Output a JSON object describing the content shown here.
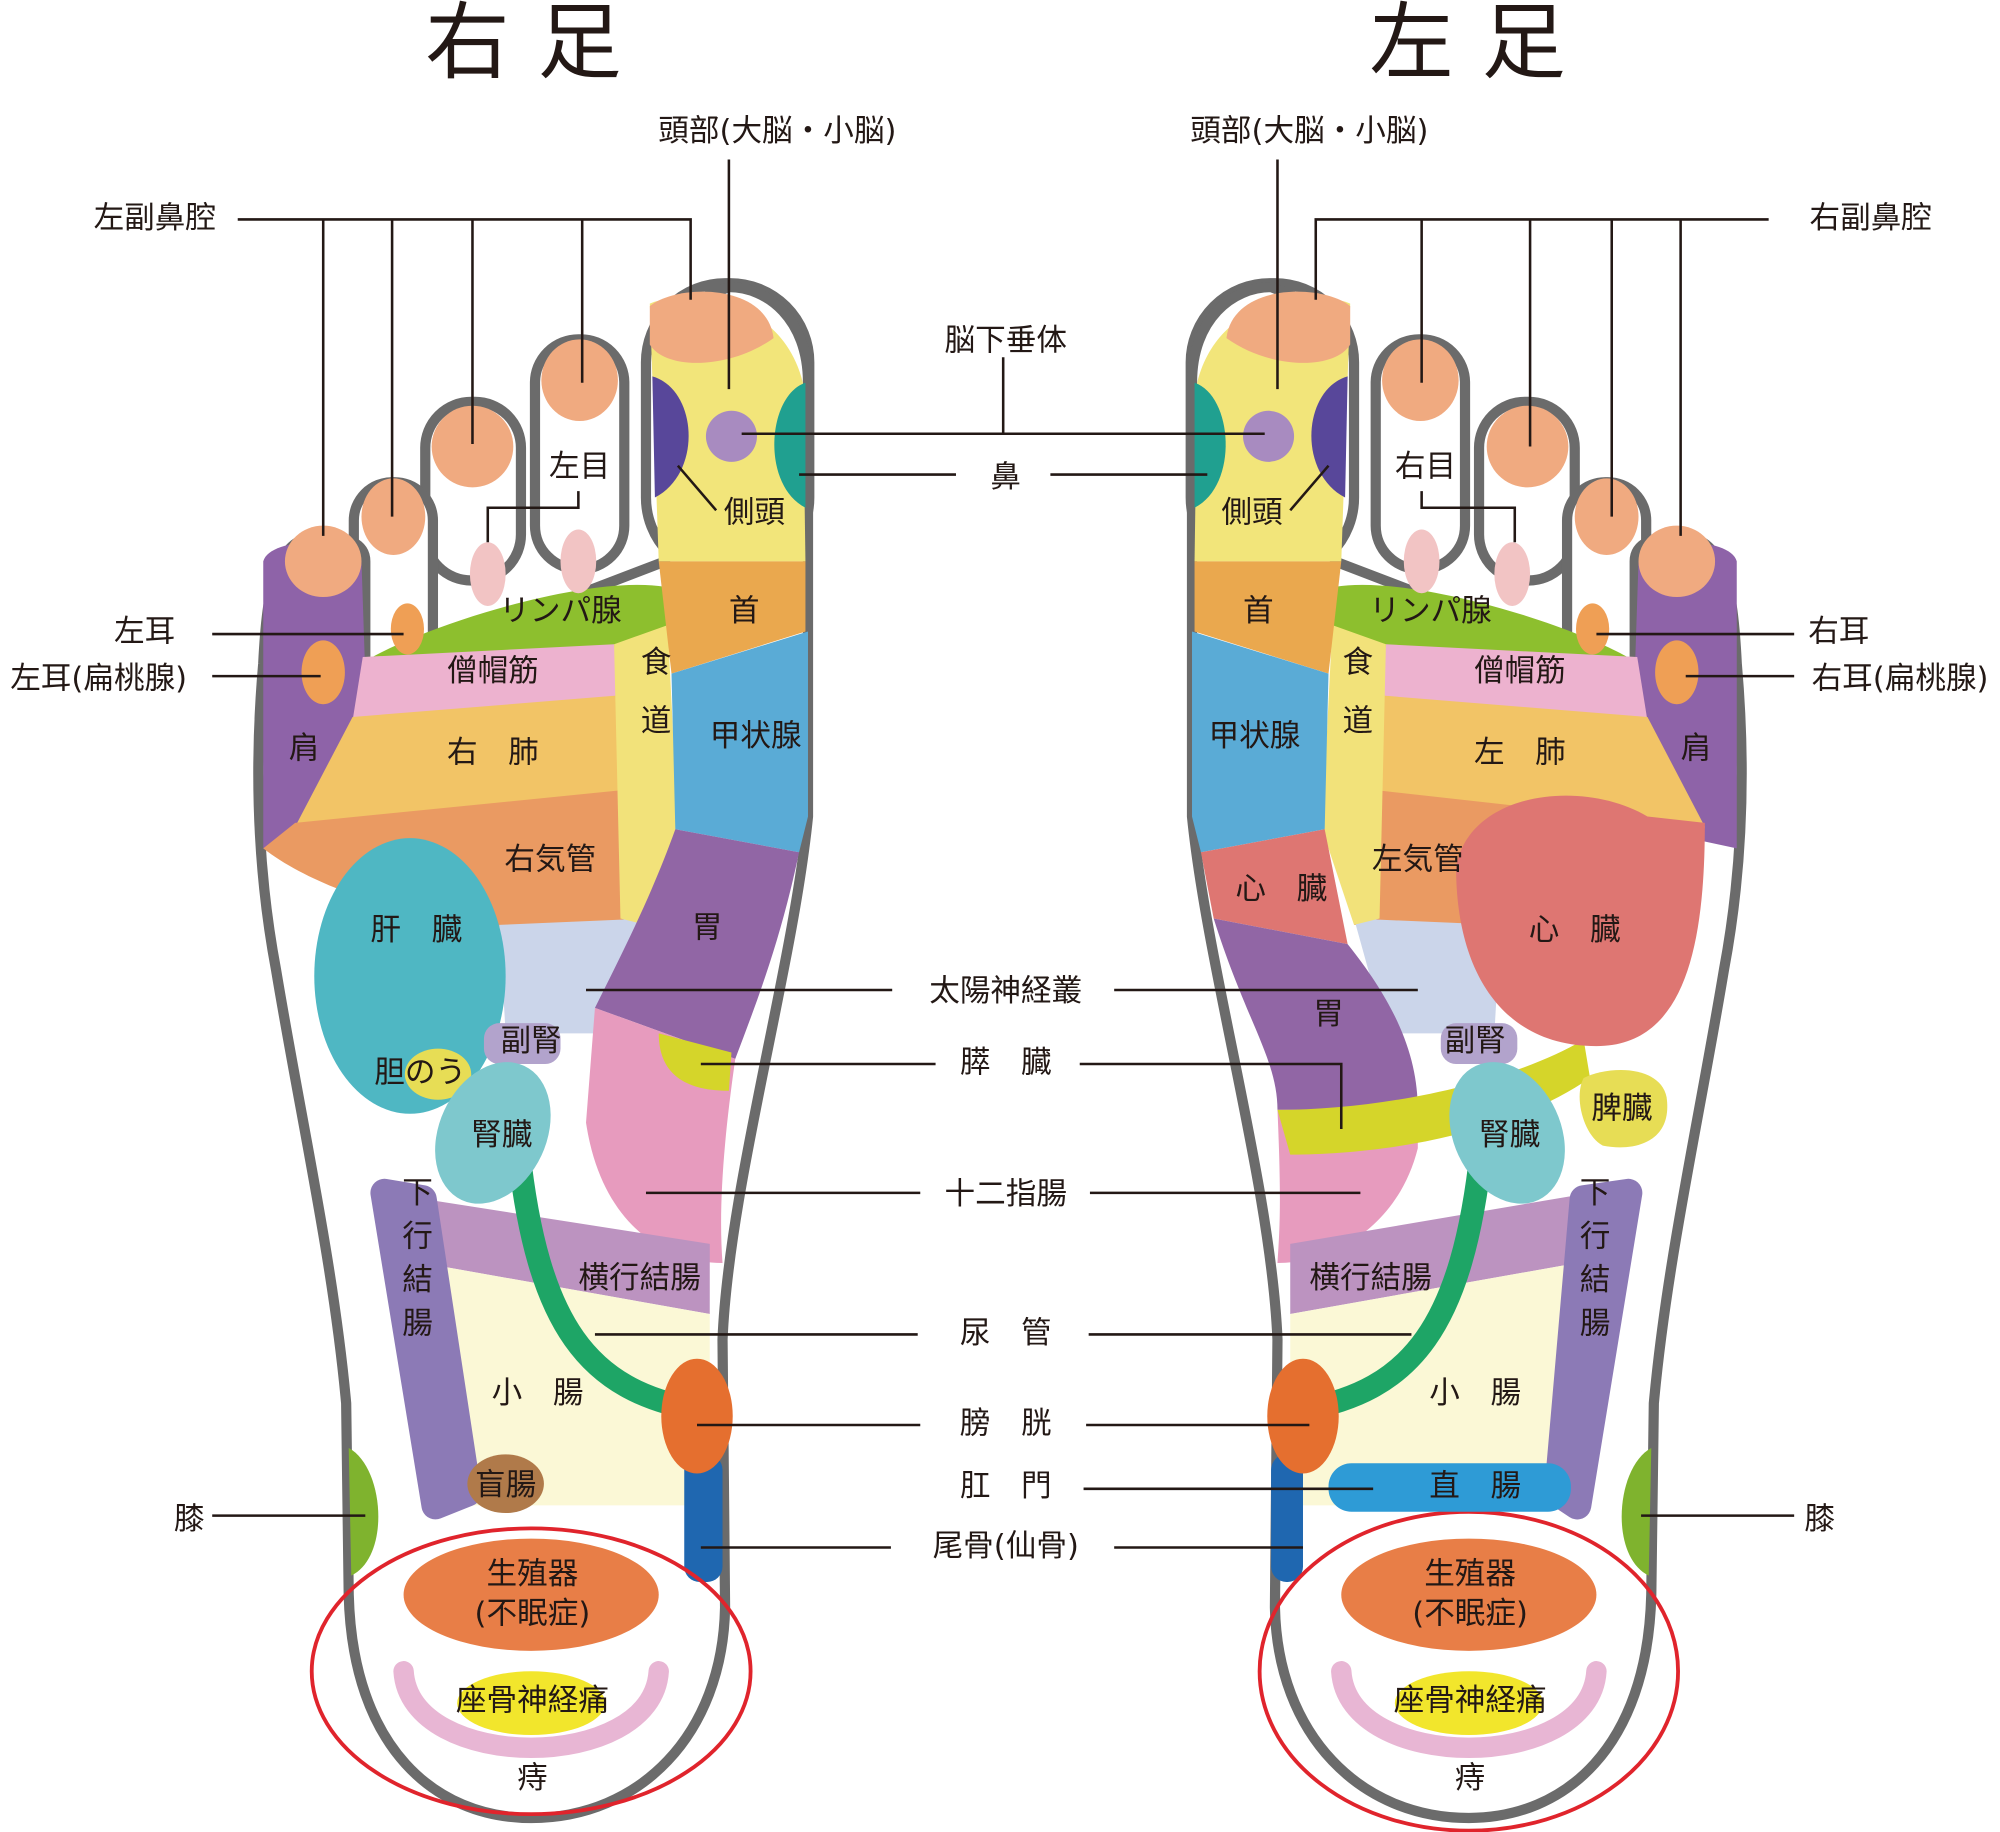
{
  "titles": {
    "right_foot": "右足",
    "left_foot": "左足"
  },
  "labels": {
    "head_r": "頭部(大脳・小脳)",
    "head_l": "頭部(大脳・小脳)",
    "sinus_left": "左副鼻腔",
    "sinus_right": "右副鼻腔",
    "pituitary": "脳下垂体",
    "nose": "鼻",
    "temporal_r": "側頭",
    "temporal_l": "側頭",
    "eye_left": "左目",
    "eye_right": "右目",
    "lymph_r": "リンパ腺",
    "lymph_l": "リンパ腺",
    "neck_r": "首",
    "neck_l": "首",
    "ear_left": "左耳",
    "ear_left_tonsil": "左耳(扁桃腺)",
    "ear_right": "右耳",
    "ear_right_tonsil": "右耳(扁桃腺)",
    "trapezius_r": "僧帽筋",
    "trapezius_l": "僧帽筋",
    "shoulder_r": "肩",
    "shoulder_l": "肩",
    "lung_right": "右　肺",
    "lung_left": "左　肺",
    "esophagus_r": "食道",
    "esophagus_l": "食道",
    "thyroid_r": "甲状腺",
    "thyroid_l": "甲状腺",
    "bronchus_right": "右気管",
    "bronchus_left": "左気管",
    "heart_small": "心　臓",
    "heart_big": "心　臓",
    "liver": "肝　臓",
    "stomach_r": "胃",
    "stomach_l": "胃",
    "solar_plexus": "太陽神経叢",
    "adrenal_r": "副腎",
    "adrenal_l": "副腎",
    "gallbladder": "胆のう",
    "pancreas": "膵　臓",
    "spleen": "脾臓",
    "kidney_r": "腎臓",
    "kidney_l": "腎臓",
    "duodenum": "十二指腸",
    "transverse_colon_r": "横行結腸",
    "transverse_colon_l": "横行結腸",
    "descending_colon_r": "下行結腸",
    "descending_colon_l": "下行結腸",
    "ureter": "尿　管",
    "small_intestine_r": "小　腸",
    "small_intestine_l": "小　腸",
    "bladder": "膀　胱",
    "cecum": "盲腸",
    "anus": "肛　門",
    "rectum": "直　腸",
    "coccyx": "尾骨(仙骨)",
    "knee_r": "膝",
    "knee_l": "膝",
    "genitals_r": "生殖器",
    "insomnia_r": "(不眠症)",
    "genitals_l": "生殖器",
    "insomnia_l": "(不眠症)",
    "sciatica_r": "座骨神経痛",
    "sciatica_l": "座骨神経痛",
    "hemorrhoids_r": "痔",
    "hemorrhoids_l": "痔"
  },
  "colors": {
    "toe_tip": "#F0AA80",
    "yellow": "#F2E57A",
    "dark_purple": "#58479A",
    "teal": "#20A090",
    "lymph": "#8DBF2E",
    "shoulder": "#8E63A8",
    "trapezius": "#EDB2CF",
    "lung": "#F2C466",
    "bronchus": "#EA9A62",
    "liver": "#4FB7C3",
    "solar": "#CBD5EA",
    "neck": "#EAA84E",
    "thyroid": "#5AABD6",
    "stomach": "#9166A5",
    "pancreas": "#D5D52A",
    "duodenum": "#E79BBE",
    "kidney": "#7EC8CD",
    "ureter": "#1EA566",
    "heart": "#DE7672",
    "rectum": "#2E9BD6",
    "bladder": "#E56F2F",
    "genitals": "#E87E47",
    "sciatica": "#F2E62C",
    "highlight": "#E0242C"
  }
}
